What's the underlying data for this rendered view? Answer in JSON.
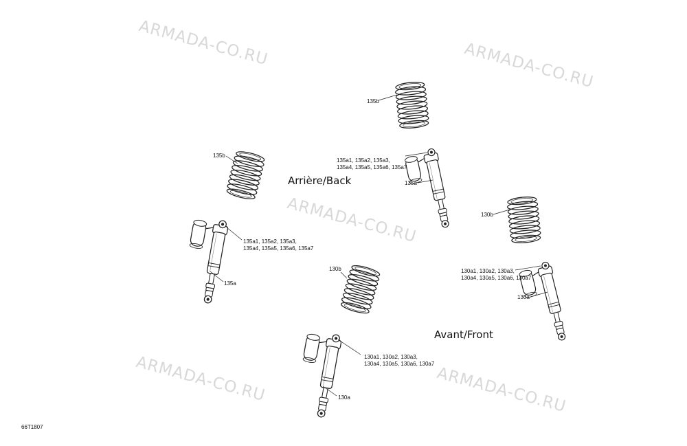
{
  "watermark": "ARMADA-CO.RU",
  "section_back": "Arrière/Back",
  "section_front": "Avant/Front",
  "labels": {
    "spring_135b": "135b",
    "spring_130b": "130b",
    "shock_135a": "135a",
    "shock_130a": "130a",
    "shock_135_parts_line1": "135a1, 135a2, 135a3,",
    "shock_135_parts_line2": "135a4, 135a5, 135a6, 135a7",
    "shock_130_parts_line1": "130a1, 130a2, 130a3,",
    "shock_130_parts_line2": "130a4, 130a5, 130a6, 130a7"
  },
  "drawing_code": "66T1807"
}
